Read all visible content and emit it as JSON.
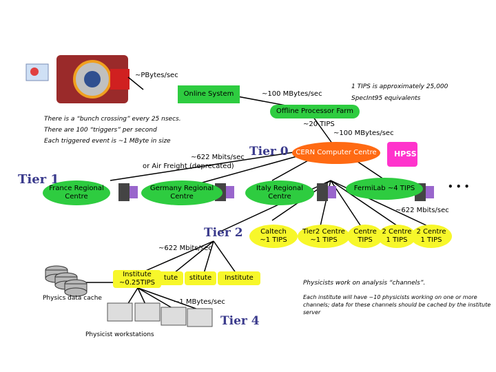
{
  "labels": {
    "top_rate": "~PBytes/sec",
    "online_system": "Online System",
    "rate_100": "~100 MBytes/sec",
    "tips_note_1": "1 TIPS is approximately 25,000",
    "tips_note_2": "SpecInt95 equivalents",
    "offline_farm": "Offline Processor Farm",
    "tips_20": "~20 TIPS",
    "rate_100_b": "~100 MBytes/sec",
    "bunch": "There is a “bunch crossing” every 25 nsecs.",
    "triggers": "There are 100 “triggers” per second",
    "event_size": "Each triggered event is ~1 MByte in size",
    "link_622_a": "~622 Mbits/sec",
    "air_freight": "or Air Freight (deprecated)",
    "cern": "CERN Computer Centre",
    "hpss": "HPSS",
    "link_622_b": "~622 Mbits/sec",
    "link_622_c": "~622 Mbits/sec",
    "institute_rate": "~1 MBytes/sec",
    "physics_cache": "Physics data cache",
    "workstations": "Physicist workstations",
    "analysis_note": "Physicists work on analysis “channels”.",
    "channels_note": "Each institute will have ~10 physicists working on one or more channels; data for these channels should be cached by the institute server",
    "ellipsis": "• • •"
  },
  "tiers": {
    "t0": "Tier 0",
    "t1": "Tier 1",
    "t2": "Tier 2",
    "t4": "Tier 4"
  },
  "tier1_centres": [
    "France Regional\nCentre",
    "Germany Regional\nCentre",
    "Italy Regional\nCentre",
    "FermiLab ~4 TIPS"
  ],
  "tier2_centres": [
    "Caltech\n~1 TIPS",
    "Tier2 Centre\n~1 TIPS",
    "Centre\nTIPS",
    "2 Centre\n1 TIPS",
    "2 Centre\n1 TIPS"
  ],
  "institutes": [
    "Institute\n~0.25TIPS",
    "tute",
    "stitute",
    "Institute"
  ],
  "colors": {
    "green": "#2ecc40",
    "yellow": "#f7f72a",
    "orange": "#ff6a13",
    "tier_text": "#3a3a8c"
  }
}
